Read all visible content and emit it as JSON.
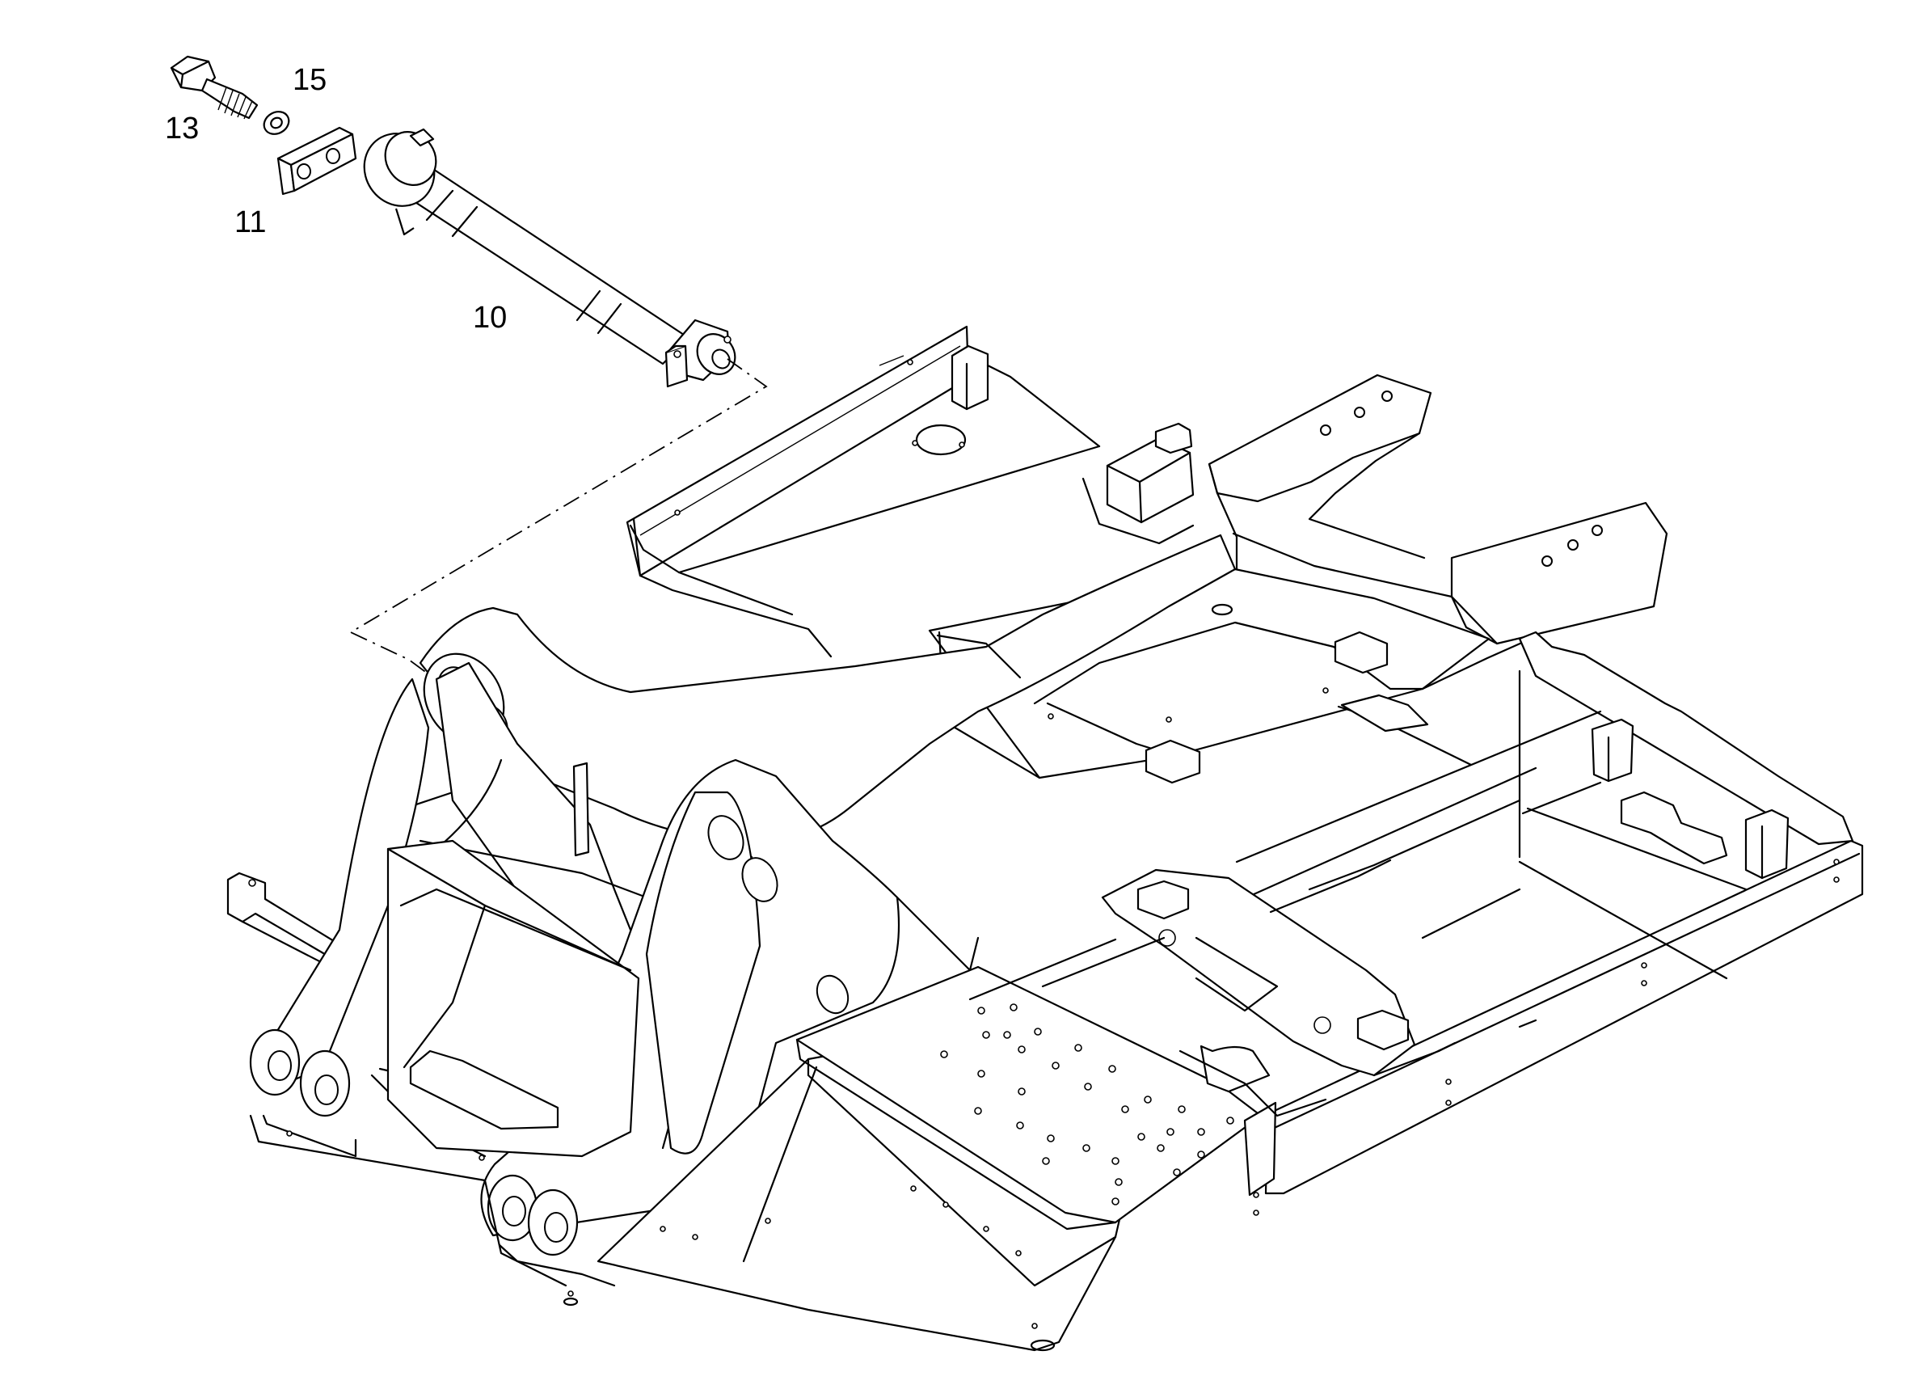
{
  "diagram": {
    "callouts": [
      {
        "id": "13",
        "label": "13"
      },
      {
        "id": "15",
        "label": "15"
      },
      {
        "id": "11",
        "label": "11"
      },
      {
        "id": "10",
        "label": "10"
      }
    ],
    "parts": [
      {
        "number": "13",
        "icon": "hex-bolt-icon"
      },
      {
        "number": "15",
        "icon": "washer-icon"
      },
      {
        "number": "11",
        "icon": "locking-plate-icon"
      },
      {
        "number": "10",
        "icon": "pivot-pin-icon"
      }
    ],
    "line_color": "#000000",
    "background": "#ffffff"
  }
}
